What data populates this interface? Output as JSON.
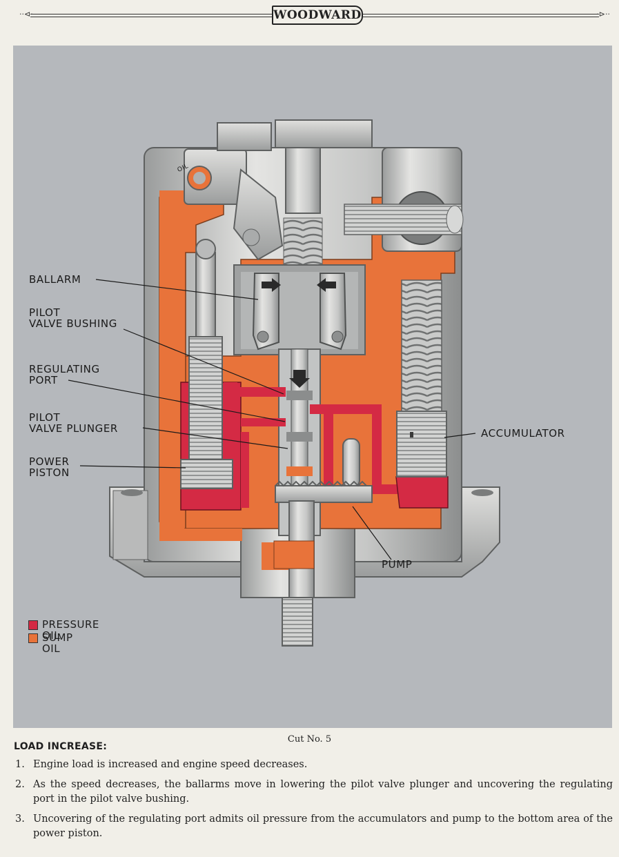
{
  "header": {
    "brand": "WOODWARD",
    "left_ornament": "··⊲·",
    "right_ornament": "·⊳··"
  },
  "diagram": {
    "labels": {
      "ballarm": "BALLARM",
      "pilot_valve_bushing": "PILOT\nVALVE BUSHING",
      "regulating_port": "REGULATING\nPORT",
      "pilot_valve_plunger": "PILOT\nVALVE PLUNGER",
      "power_piston": "POWER\nPISTON",
      "accumulator": "ACCUMULATOR",
      "pump": "PUMP",
      "oil_tag": "OIL"
    },
    "legend": [
      {
        "label": "PRESSURE OIL",
        "color": "#d42a44"
      },
      {
        "label": "SUMP OIL",
        "color": "#e8733a"
      }
    ],
    "colors": {
      "background": "#b5b8bc",
      "metal": "#cfd0d0",
      "metal_dark": "#8e9090",
      "pressure_oil": "#d42a44",
      "sump_oil": "#e8733a"
    }
  },
  "caption": "Cut No. 5",
  "section_title": "LOAD INCREASE:",
  "steps": [
    {
      "num": "1.",
      "text": "Engine load is increased and engine speed decreases."
    },
    {
      "num": "2.",
      "text": "As the speed decreases, the ballarms move in lowering the pilot valve plunger and uncovering the regulating port in the pilot valve bushing."
    },
    {
      "num": "3.",
      "text": "Uncovering of the regulating port admits oil pressure from the accumulators and pump to the bottom area of the power piston."
    }
  ]
}
